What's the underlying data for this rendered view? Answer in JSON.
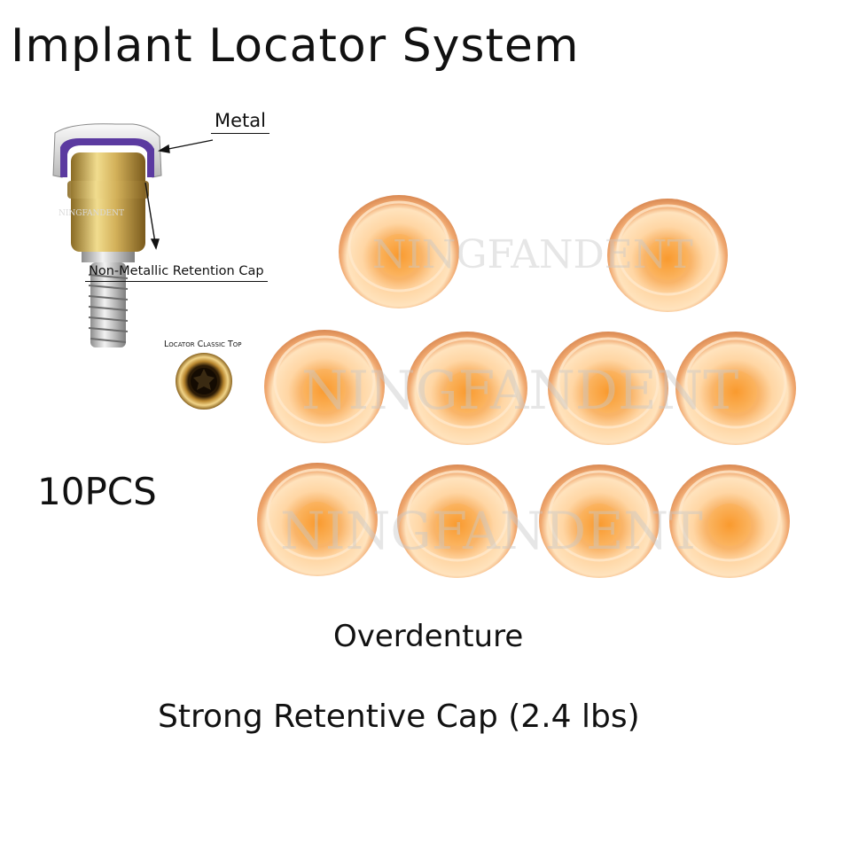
{
  "title": "Implant Locator System",
  "labels": {
    "metal": "Metal",
    "retention_cap": "Non-Metallic Retention Cap",
    "classic_top": "Locator Classic Top",
    "count": "10PCS",
    "usage": "Overdenture",
    "description": "Strong Retentive Cap (2.4 lbs)"
  },
  "watermark": "NINGFANDENT",
  "colors": {
    "cap_outer": "#e9a067",
    "cap_inner": "#ffd199",
    "cap_center": "#fba94c",
    "brass": "#d3b15a",
    "retention_band": "#5b3aa0"
  },
  "caps": {
    "count": 10
  }
}
